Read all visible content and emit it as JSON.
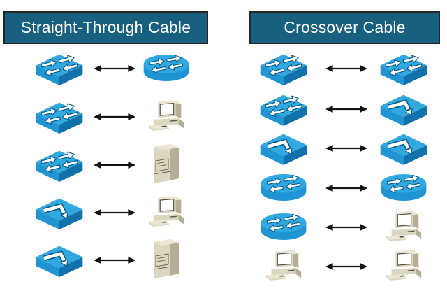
{
  "diagram": {
    "background": "#ffffff",
    "description_left_to_right": "two comparison panels of device pairs joined by double-headed arrows"
  },
  "colors": {
    "header_bg": "#176080",
    "header_border": "#262626",
    "header_text": "#ffffff",
    "device_blue_top": "#31A8DF",
    "device_blue_front": "#1F95D3",
    "device_blue_side": "#1172AB",
    "device_arrow_outline": "#0A5B88",
    "beige_light": "#EAE6D3",
    "beige_mid": "#DBD7BF",
    "beige_dark": "#B3AF97",
    "beige_line": "#56533F",
    "connector_black": "#141414"
  },
  "icons": {
    "switch": "workgroup-switch-icon",
    "hub": "hub-icon",
    "router": "router-icon",
    "pc": "pc-icon",
    "server": "server-icon",
    "connector": "bidirectional-arrow-icon"
  },
  "panels": [
    {
      "id": "straight-through",
      "title": "Straight-Through Cable",
      "pairs": [
        {
          "left": "switch",
          "right": "router"
        },
        {
          "left": "switch",
          "right": "pc"
        },
        {
          "left": "switch",
          "right": "server"
        },
        {
          "left": "hub",
          "right": "pc"
        },
        {
          "left": "hub",
          "right": "server"
        }
      ]
    },
    {
      "id": "crossover",
      "title": "Crossover Cable",
      "pairs": [
        {
          "left": "switch",
          "right": "switch"
        },
        {
          "left": "switch",
          "right": "hub"
        },
        {
          "left": "hub",
          "right": "hub"
        },
        {
          "left": "router",
          "right": "router"
        },
        {
          "left": "router",
          "right": "pc"
        },
        {
          "left": "pc",
          "right": "pc"
        }
      ]
    }
  ]
}
